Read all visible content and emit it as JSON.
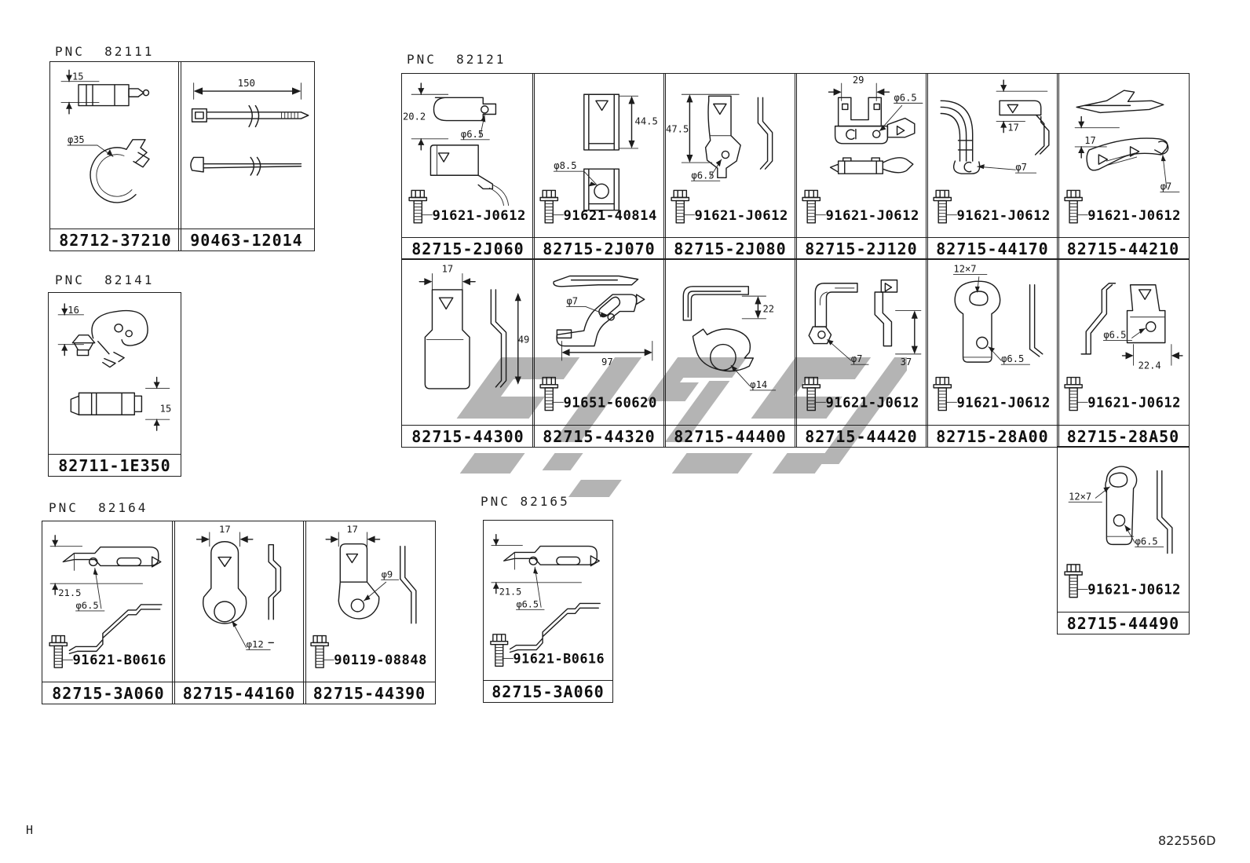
{
  "page": {
    "footer_left": "H",
    "footer_right": "822556D"
  },
  "colors": {
    "paper": "#ffffff",
    "ink": "#1c1c1c",
    "watermark": "#b4b4b4"
  },
  "icons": {
    "fastener": "bolt-icon"
  },
  "groups": [
    {
      "pnc": "PNC  82111",
      "cells": [
        {
          "part": "82712-37210",
          "fastener": null,
          "dims": [
            "15",
            "φ35"
          ]
        },
        {
          "part": "90463-12014",
          "fastener": null,
          "dims": [
            "150"
          ]
        }
      ]
    },
    {
      "pnc": "PNC  82141",
      "cells": [
        {
          "part": "82711-1E350",
          "fastener": null,
          "dims": [
            "16",
            "15"
          ]
        }
      ]
    },
    {
      "pnc": "PNC  82164",
      "cells": [
        {
          "part": "82715-3A060",
          "fastener": "91621-B0616",
          "dims": [
            "21.5",
            "φ6.5"
          ]
        },
        {
          "part": "82715-44160",
          "fastener": null,
          "dims": [
            "17",
            "φ12"
          ]
        },
        {
          "part": "82715-44390",
          "fastener": "90119-08848",
          "dims": [
            "17",
            "φ9"
          ]
        }
      ]
    },
    {
      "pnc": "PNC  82121",
      "cells": [
        {
          "part": "82715-2J060",
          "fastener": "91621-J0612",
          "dims": [
            "20.2",
            "φ6.5"
          ]
        },
        {
          "part": "82715-2J070",
          "fastener": "91621-40814",
          "dims": [
            "44.5",
            "φ8.5"
          ]
        },
        {
          "part": "82715-2J080",
          "fastener": "91621-J0612",
          "dims": [
            "47.5",
            "φ6.5"
          ]
        },
        {
          "part": "82715-2J120",
          "fastener": "91621-J0612",
          "dims": [
            "29",
            "φ6.5"
          ]
        },
        {
          "part": "82715-44170",
          "fastener": "91621-J0612",
          "dims": [
            "17",
            "φ7"
          ]
        },
        {
          "part": "82715-44210",
          "fastener": "91621-J0612",
          "dims": [
            "17",
            "φ7"
          ]
        },
        {
          "part": "82715-44300",
          "fastener": null,
          "dims": [
            "17",
            "49"
          ]
        },
        {
          "part": "82715-44320",
          "fastener": "91651-60620",
          "dims": [
            "φ7",
            "97"
          ]
        },
        {
          "part": "82715-44400",
          "fastener": null,
          "dims": [
            "22",
            "φ14"
          ]
        },
        {
          "part": "82715-44420",
          "fastener": "91621-J0612",
          "dims": [
            "φ7",
            "37"
          ]
        },
        {
          "part": "82715-28A00",
          "fastener": "91621-J0612",
          "dims": [
            "12×7",
            "φ6.5"
          ]
        },
        {
          "part": "82715-28A50",
          "fastener": "91621-J0612",
          "dims": [
            "φ6.5",
            "22.4"
          ]
        },
        {
          "part": "82715-44490",
          "fastener": "91621-J0612",
          "dims": [
            "12×7",
            "φ6.5"
          ]
        }
      ]
    },
    {
      "pnc": "PNC 82165",
      "cells": [
        {
          "part": "82715-3A060",
          "fastener": "91621-B0616",
          "dims": [
            "21.5",
            "φ6.5"
          ]
        }
      ]
    }
  ]
}
